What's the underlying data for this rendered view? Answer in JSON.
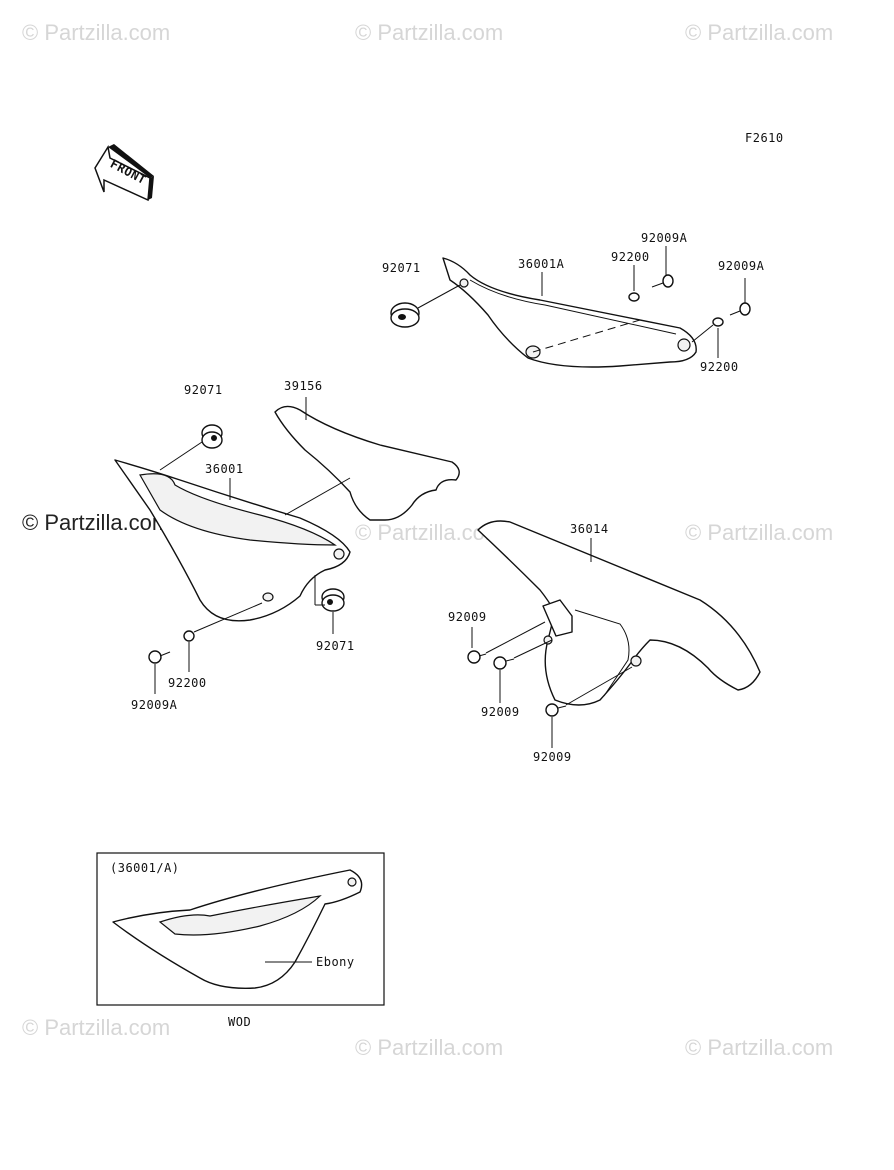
{
  "figure_code": "F2610",
  "front_arrow_text": "FRONT",
  "watermark_text": "© Partzilla.com",
  "watermark_prominent": "© Partzilla.com",
  "part_labels": {
    "p92071_top": "92071",
    "p36001A": "36001A",
    "p92009A_top": "92009A",
    "p92200_top": "92200",
    "p92009A_right": "92009A",
    "p92200_right": "92200",
    "p92071_left": "92071",
    "p39156": "39156",
    "p36001": "36001",
    "p92071_lower": "92071",
    "p92200_left": "92200",
    "p92009A_left": "92009A",
    "p36014": "36014",
    "p92009_a": "92009",
    "p92009_b": "92009",
    "p92009_c": "92009"
  },
  "inset": {
    "title": "(36001/A)",
    "color_label": "Ebony",
    "caption": "WOD"
  }
}
